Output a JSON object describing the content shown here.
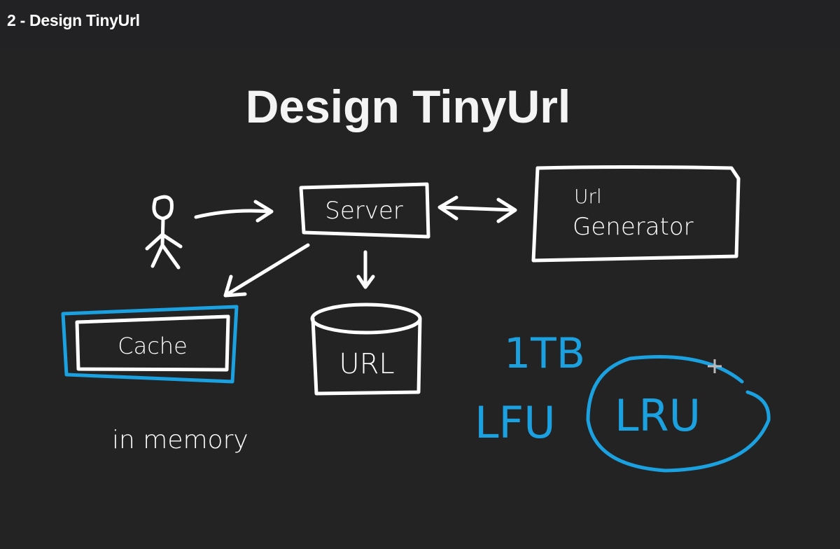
{
  "video": {
    "title": "2 - Design TinyUrl"
  },
  "slide": {
    "heading": "Design TinyUrl",
    "nodes": {
      "server": "Server",
      "url_generator_line1": "Url",
      "url_generator_line2": "Generator",
      "cache": "Cache",
      "cache_note": "in memory",
      "database": "URL"
    },
    "notes": {
      "size": "1TB",
      "policy_lfu": "LFU",
      "policy_lru": "LRU"
    }
  },
  "colors": {
    "background": "#232323",
    "ink": "#ffffff",
    "highlight": "#1ba0e0"
  }
}
